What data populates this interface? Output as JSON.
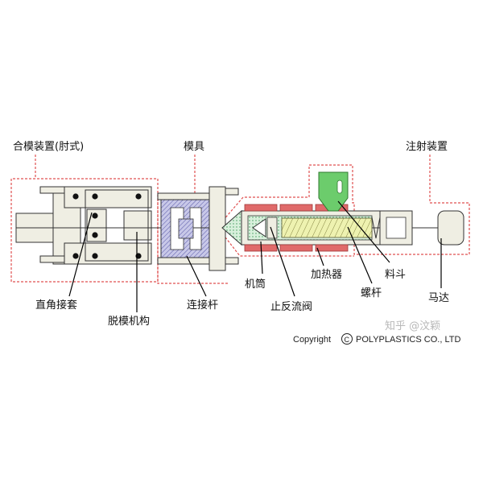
{
  "labels": {
    "clamp_unit": "合模装置(肘式)",
    "mold": "模具",
    "injection_unit": "注射装置",
    "right_angle_sleeve": "直角接套",
    "demold_mechanism": "脱模机构",
    "tie_rod": "连接杆",
    "barrel": "机筒",
    "check_valve": "止反流阀",
    "heater": "加热器",
    "screw": "螺杆",
    "hopper": "料斗",
    "motor": "马达"
  },
  "watermark": "知乎 @汶颖",
  "copyright": {
    "symbol": "C",
    "prefix": "Copyright",
    "text": "POLYPLASTICS CO., LTD"
  },
  "colors": {
    "frame": "#efeee3",
    "mold_fill": "#c8c8e8",
    "heater": "#e06a6a",
    "screw": "#eef2b0",
    "melt": "#c9ecd2",
    "hopper": "#6ccc6c",
    "dash": "#e05050"
  }
}
